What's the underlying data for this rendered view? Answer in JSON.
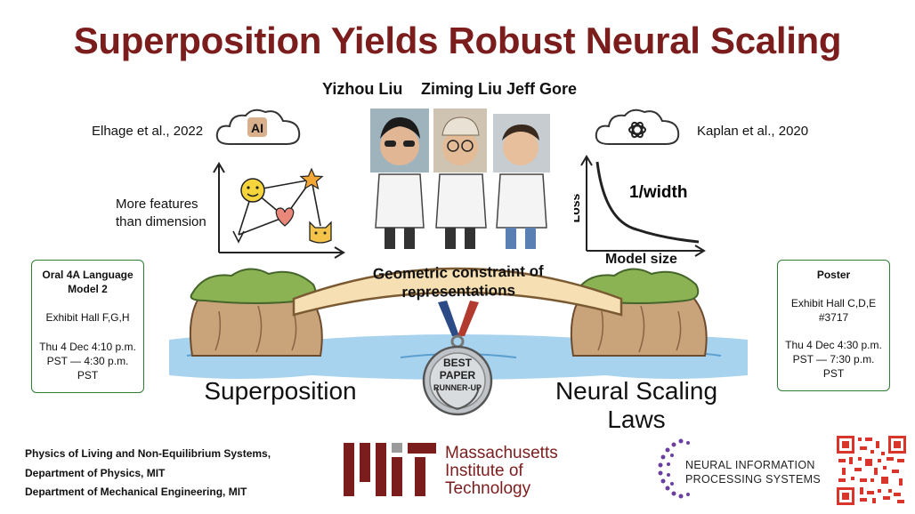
{
  "title": "Superposition Yields Robust Neural Scaling",
  "authors": [
    "Yizhou Liu",
    "Ziming Liu",
    "Jeff Gore"
  ],
  "left_cite": {
    "text": "Elhage et al., 2022",
    "logo": "AI"
  },
  "right_cite": {
    "text": "Kaplan et al., 2020",
    "logo_icon": "openai-knot-icon"
  },
  "feature_plot": {
    "label_line1": "More features",
    "label_line2": "than dimension"
  },
  "loss_plot": {
    "ylabel": "Loss",
    "curve_label": "1/width",
    "xlabel": "Model size"
  },
  "bridge": {
    "line1": "Geometric constraint of",
    "line2": "representations"
  },
  "medal": {
    "line1": "BEST",
    "line2": "PAPER",
    "line3": "RUNNER-UP"
  },
  "left_word": "Superposition",
  "right_word_line1": "Neural Scaling",
  "right_word_line2": "Laws",
  "oral_box": {
    "title": "Oral 4A Language Model 2",
    "location": "Exhibit Hall F,G,H",
    "time": "Thu 4 Dec 4:10 p.m. PST — 4:30 p.m. PST"
  },
  "poster_box": {
    "title": "Poster",
    "location": "Exhibit Hall C,D,E #3717",
    "time": "Thu 4 Dec 4:30 p.m. PST — 7:30 p.m. PST"
  },
  "affiliations": [
    "Physics of Living and Non-Equilibrium Systems,",
    "Department of Physics, MIT",
    "Department of Mechanical Engineering, MIT"
  ],
  "mit": {
    "line1": "Massachusetts",
    "line2": "Institute of",
    "line3": "Technology"
  },
  "neurips": {
    "line1": "NEURAL INFORMATION",
    "line2": "PROCESSING SYSTEMS"
  },
  "colors": {
    "title": "#7c1d1d",
    "box_border": "#2e7d32",
    "mit": "#7c1d1d",
    "neurips": "#6b3fa0",
    "qr": "#d9362b"
  }
}
